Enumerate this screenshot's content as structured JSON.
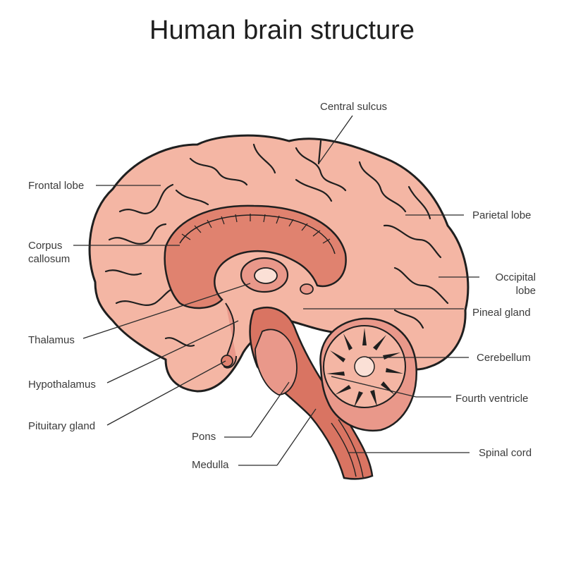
{
  "title": "Human brain structure",
  "labels": {
    "central_sulcus": "Central sulcus",
    "frontal_lobe": "Frontal lobe",
    "parietal_lobe": "Parietal lobe",
    "corpus_callosum_1": "Corpus",
    "corpus_callosum_2": "callosum",
    "occipital_lobe_1": "Occipital",
    "occipital_lobe_2": "lobe",
    "pineal_gland": "Pineal gland",
    "thalamus": "Thalamus",
    "cerebellum": "Cerebellum",
    "hypothalamus": "Hypothalamus",
    "fourth_ventricle": "Fourth ventricle",
    "pituitary_gland": "Pituitary gland",
    "pons": "Pons",
    "spinal_cord": "Spinal cord",
    "medulla": "Medulla"
  },
  "colors": {
    "cortex": "#f4b6a4",
    "cortex_dark": "#e9988a",
    "inner": "#e0826f",
    "stem": "#d97462",
    "outline": "#1f1f1f",
    "leader": "#2b2b2b"
  }
}
